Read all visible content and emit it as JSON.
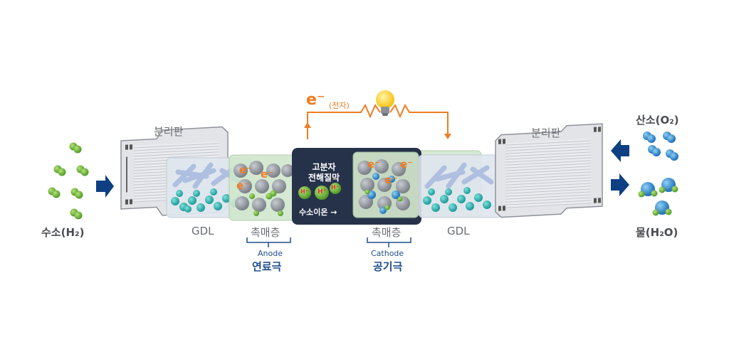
{
  "colors": {
    "hydrogen_green": "#6cbf3a",
    "oxygen_blue": "#2f8fd4",
    "arrow_navy": "#0d3f82",
    "electron_orange": "#ef7d22",
    "membrane_navy": "#26324a",
    "catalyst_green": "#cfe6cc",
    "gdl_gray": "#dde3ea",
    "text_gray": "#6b6f73",
    "text_blue": "#1f4e8c"
  },
  "left": {
    "input_label": "수소(H₂)",
    "molecule_icon": "hydrogen-molecule-icon",
    "arrow_icon": "arrow-right-icon"
  },
  "right": {
    "input_label": "산소(O₂)",
    "output_label": "물(H₂O)",
    "in_arrow_icon": "arrow-left-icon",
    "out_arrow_icon": "arrow-right-icon"
  },
  "circuit": {
    "electron_symbol": "e⁻",
    "electron_label": "(전자)",
    "bulb_icon": "lightbulb-icon"
  },
  "layers": {
    "separator_left": "분리판",
    "separator_right": "분리판",
    "gdl_left": "GDL",
    "gdl_right": "GDL",
    "catalyst_left": "촉매층",
    "catalyst_right": "촉매층",
    "membrane_title_line1": "고분자",
    "membrane_title_line2": "전해질막",
    "proton": "H⁺",
    "proton_label": "수소이온 →",
    "electron": "e⁻"
  },
  "electrodes": {
    "anode_en": "Anode",
    "anode_ko": "연료극",
    "cathode_en": "Cathode",
    "cathode_ko": "공기극"
  }
}
